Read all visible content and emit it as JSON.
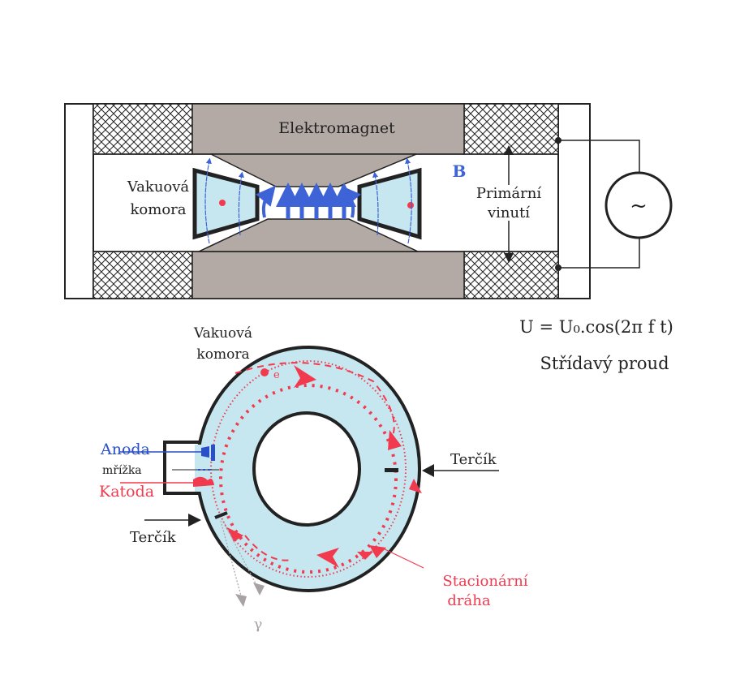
{
  "labels": {
    "electromagnet": "Elektromagnet",
    "vacuum_chamber_top_1": "Vakuová",
    "vacuum_chamber_top_2": "komora",
    "field_symbol": "B",
    "primary_winding_1": "Primární",
    "primary_winding_2": "vinutí",
    "ac_symbol": "~",
    "voltage_formula": "U = U₀.cos(2π f t)",
    "alternating_current": "Střídavý proud",
    "vacuum_chamber_bottom_1": "Vakuová",
    "vacuum_chamber_bottom_2": "komora",
    "electron": "e",
    "anode": "Anoda",
    "grid": "mřížka",
    "cathode": "Katoda",
    "target_right": "Terčík",
    "target_left": "Terčík",
    "stationary_orbit_1": "Stacionární",
    "stationary_orbit_2": "dráha",
    "gamma": "γ"
  },
  "colors": {
    "magnet_gray": "#b3aaa6",
    "chamber_fill": "#c6e6f0",
    "field_blue": "#3d63d6",
    "electron_red": "#f23a4e",
    "anode_blue": "#2a4fc8",
    "gamma_gray": "#a9a2a2"
  }
}
